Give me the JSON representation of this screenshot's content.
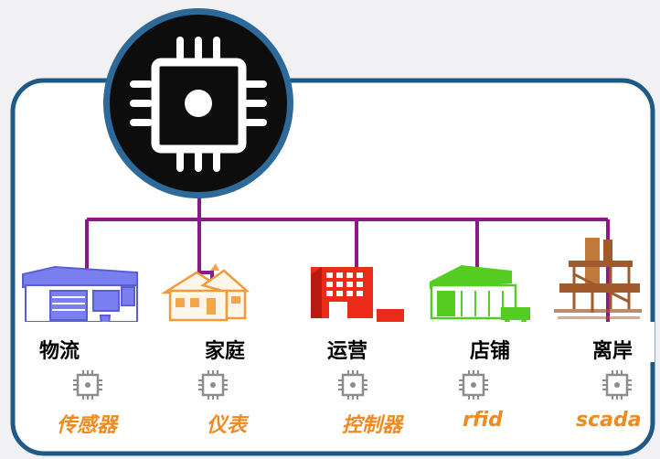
{
  "colors": {
    "border": "#1f5a86",
    "badge": "#0d0d0d",
    "connector": "#8b1a86",
    "tech_text": "#f08a1e",
    "chip_small": "#8c8c8c"
  },
  "hub": {
    "icon": "microchip-icon"
  },
  "categories": [
    {
      "label": "物流",
      "tech": "传感器",
      "icon": "warehouse-icon",
      "color": "#7a7ff0"
    },
    {
      "label": "家庭",
      "tech": "仪表",
      "icon": "house-icon",
      "color": "#f7a54a"
    },
    {
      "label": "运营",
      "tech": "控制器",
      "icon": "factory-icon",
      "color": "#ec2a1a"
    },
    {
      "label": "店铺",
      "tech": "rfid",
      "icon": "store-icon",
      "color": "#55cc22"
    },
    {
      "label": "离岸",
      "tech": "scada",
      "icon": "offshore-rig-icon",
      "color": "#a05a2c"
    }
  ]
}
